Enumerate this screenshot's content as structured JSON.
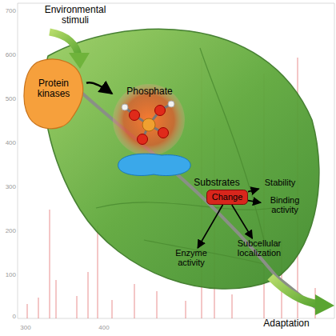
{
  "diagram": {
    "nodes": [
      {
        "text": [
          "Protein kinases"
        ]
      },
      {
        "text": [
          "Phosphate"
        ]
      },
      {
        "text": [
          "Substrates"
        ]
      },
      {
        "text": [
          "Change"
        ]
      },
      {
        "text": [
          "Stability"
        ]
      },
      {
        "text": [
          "Binding activity"
        ]
      },
      {
        "text": [
          "Subcellular localization"
        ]
      },
      {
        "text": [
          "Enzyme activity"
        ]
      }
    ],
    "edges": [
      {
        "from": 0,
        "to": 1,
        "arrow": "to"
      },
      {
        "from": 3,
        "to": 4,
        "arrow": "to"
      },
      {
        "from": 3,
        "to": 5,
        "arrow": "to"
      },
      {
        "from": 3,
        "to": 6,
        "arrow": "to"
      },
      {
        "from": 3,
        "to": 7,
        "arrow": "to"
      }
    ],
    "labels": [
      "Environmental stimuli",
      "Adaptation",
      "700",
      "600",
      "500",
      "400",
      "300",
      "200",
      "100",
      "0",
      "300",
      "400"
    ]
  }
}
